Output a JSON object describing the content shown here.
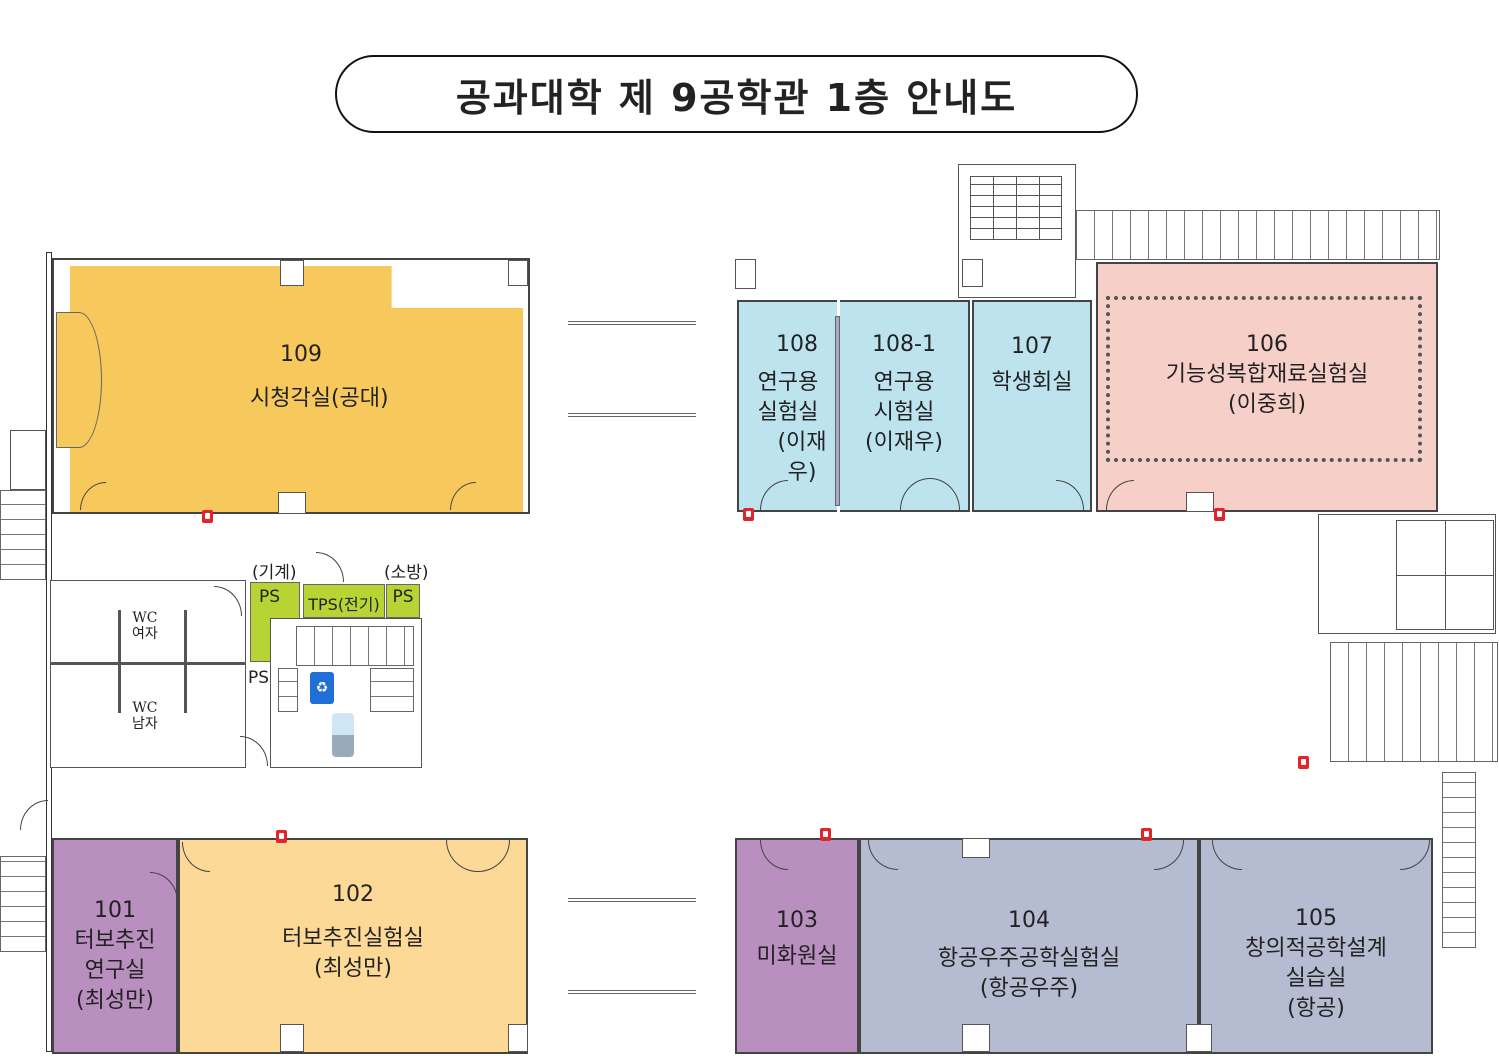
{
  "title": "공과대학 제 9공학관 1층 안내도",
  "rooms": {
    "r109": {
      "num": "109",
      "name": "시청각실(공대)",
      "color": "#f7c95c"
    },
    "r108": {
      "num": "108",
      "line1": "연구용",
      "line2": "실험실",
      "line3": "(이재우)",
      "color": "#bde4ee"
    },
    "r108_1": {
      "num": "108-1",
      "line1": "연구용",
      "line2": "시험실",
      "line3": "(이재우)",
      "color": "#bde4ee"
    },
    "r107": {
      "num": "107",
      "name": "학생회실",
      "color": "#bde4ee"
    },
    "r106": {
      "num": "106",
      "name": "기능성복합재료실험실",
      "sub": "(이중희)",
      "color": "#f7cfc9"
    },
    "r101": {
      "num": "101",
      "line1": "터보추진",
      "line2": "연구실",
      "line3": "(최성만)",
      "color": "#b98fc0"
    },
    "r102": {
      "num": "102",
      "name": "터보추진실험실",
      "sub": "(최성만)",
      "color": "#fdd998"
    },
    "r103": {
      "num": "103",
      "name": "미화원실",
      "color": "#b98fc0"
    },
    "r104": {
      "num": "104",
      "name": "항공우주공학실험실",
      "sub": "(항공우주)",
      "color": "#b5bbd0"
    },
    "r105": {
      "num": "105",
      "line1": "창의적공학설계",
      "line2": "실습실",
      "line3": "(항공)",
      "color": "#b5bbd0"
    }
  },
  "utility": {
    "mech_label": "(기계)",
    "fire_label": "(소방)",
    "ps1": "PS",
    "tps": "TPS(전기)",
    "ps2": "PS",
    "ps3": "PS",
    "wc_women": "WC",
    "wc_women_sub": "여자",
    "wc_men": "WC",
    "wc_men_sub": "남자"
  },
  "icons": [
    "fire-extinguisher-icon",
    "recycle-bin-icon",
    "water-dispenser-icon"
  ]
}
